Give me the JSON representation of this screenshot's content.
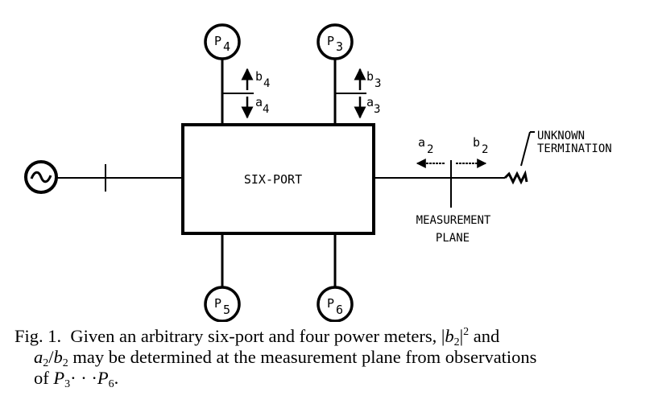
{
  "diagram": {
    "block_label": "SIX-PORT",
    "source_symbol": "~",
    "power_meters": [
      {
        "id": "P4",
        "letter": "P",
        "sub": "4",
        "position": "top-left"
      },
      {
        "id": "P3",
        "letter": "P",
        "sub": "3",
        "position": "top-right"
      },
      {
        "id": "P5",
        "letter": "P",
        "sub": "5",
        "position": "bottom-left"
      },
      {
        "id": "P6",
        "letter": "P",
        "sub": "6",
        "position": "bottom-right"
      }
    ],
    "waves": {
      "port4": {
        "b": "b",
        "b_sub": "4",
        "a": "a",
        "a_sub": "4"
      },
      "port3": {
        "b": "b",
        "b_sub": "3",
        "a": "a",
        "a_sub": "3"
      },
      "port2": {
        "a": "a",
        "a_sub": "2",
        "b": "b",
        "b_sub": "2"
      }
    },
    "labels": {
      "measurement_plane_line1": "MEASUREMENT",
      "measurement_plane_line2": "PLANE",
      "termination_line1": "UNKNOWN",
      "termination_line2": "TERMINATION"
    }
  },
  "caption": {
    "fig_label": "Fig. 1.",
    "line1_text": "Given an arbitrary six-port and four power meters,",
    "line1_math_var": "b",
    "line1_math_sub": "2",
    "line1_math_sup": "2",
    "line1_end": "and",
    "line2_a": "a",
    "line2_a_sub": "2",
    "line2_b": "b",
    "line2_b_sub": "2",
    "line2_text": "may be determined at the measurement plane from observations",
    "line3_of": "of",
    "line3_p": "P",
    "line3_p_sub1": "3",
    "line3_dots": "· · ·",
    "line3_p_sub2": "6"
  }
}
